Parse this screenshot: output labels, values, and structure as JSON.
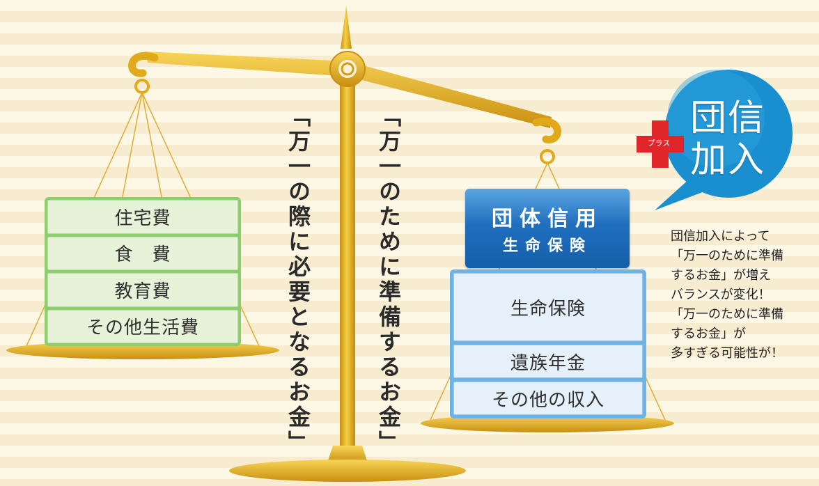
{
  "left_pan": {
    "items": [
      "住宅費",
      "食　費",
      "教育費",
      "その他生活費"
    ]
  },
  "columns": {
    "need_text": "「万一の際に必要となるお金」",
    "prepare_text": "「万一のために準備するお金」"
  },
  "right_pan": {
    "group_title_line1": "団体信用",
    "group_title_line2": "生命保険",
    "items": [
      "生命保険",
      "遺族年金",
      "その他の収入"
    ]
  },
  "bubble": {
    "line1": "団信",
    "line2": "加入",
    "plus_label": "プラス"
  },
  "note": "団信加入によって\n「万一のために準備\nするお金」が増え\nバランスが変化！\n「万一のために準備\nするお金」が\n多すぎる可能性が！",
  "colors": {
    "gold": "#e7b21f",
    "green": "#8ccd6c",
    "blue": "#1f6fbf",
    "bubble": "#1a8fd0",
    "plus_red": "#e0262b"
  },
  "icons": {
    "balance": "balance-scale-icon",
    "plus": "plus-icon"
  }
}
